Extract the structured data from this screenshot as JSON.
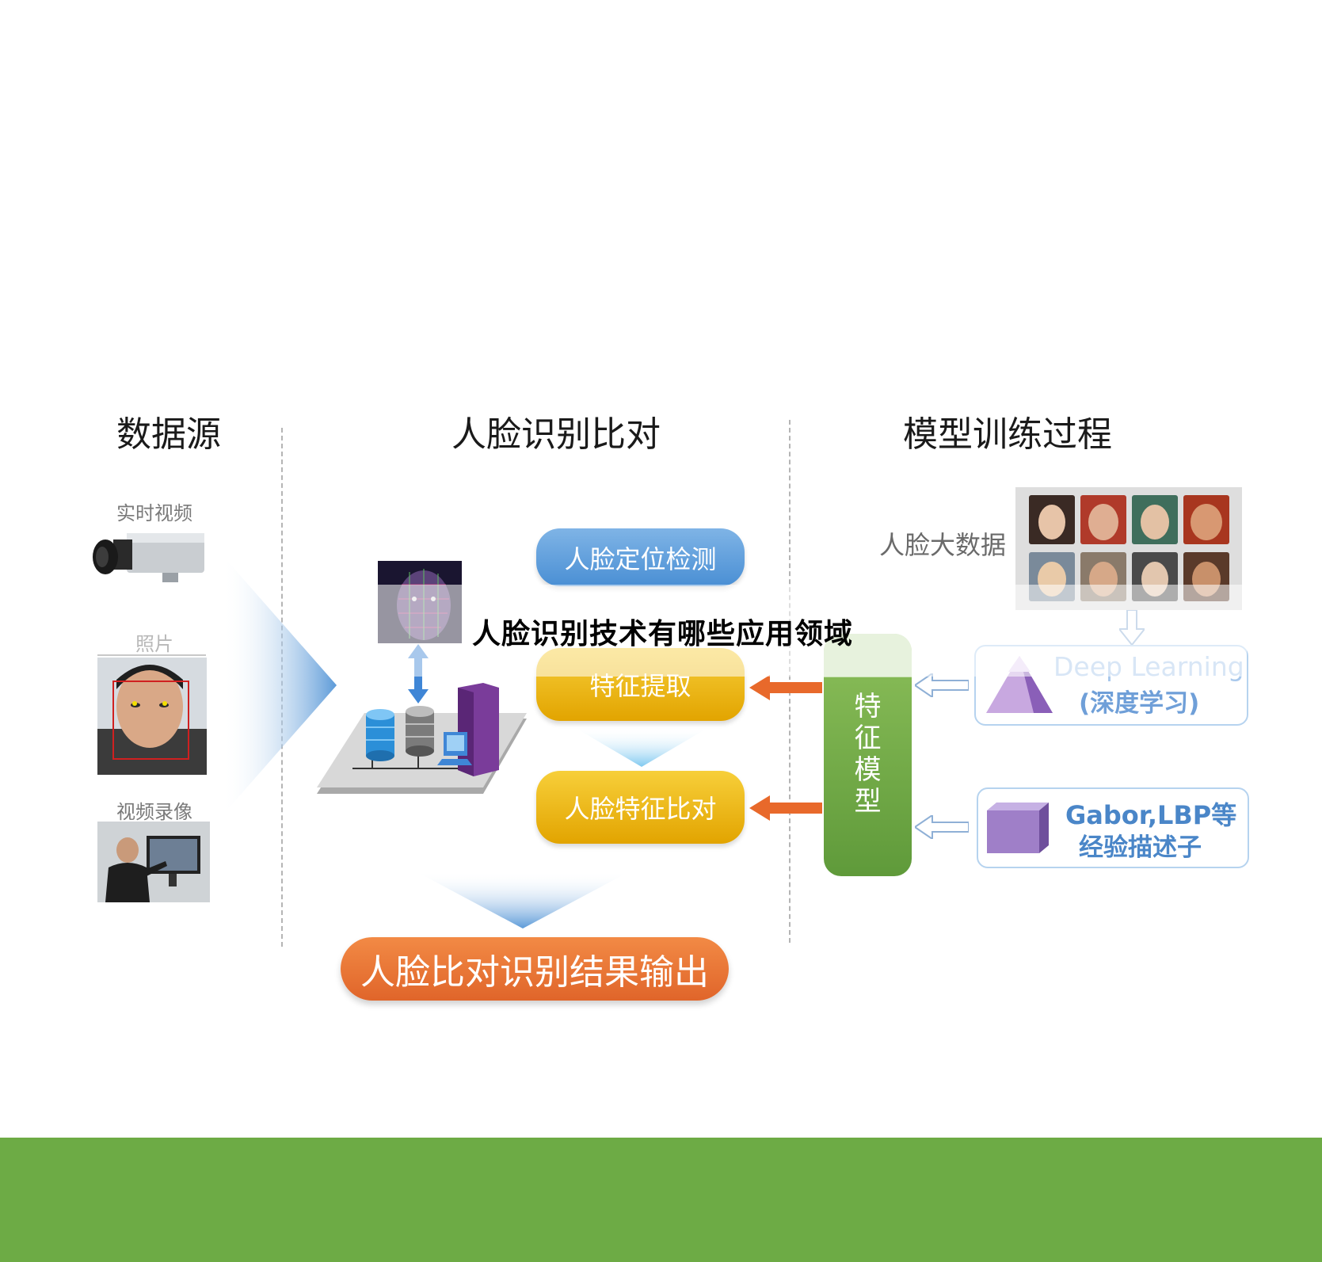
{
  "headers": {
    "data_source": "数据源",
    "face_matching": "人脸识别比对",
    "model_training": "模型训练过程"
  },
  "sources": {
    "live_video": "实时视频",
    "photo": "照片",
    "recorded_video": "视频录像"
  },
  "pipeline": {
    "detect": "人脸定位检测",
    "extract": "特征提取",
    "compare": "人脸特征比对",
    "output": "人脸比对识别结果输出"
  },
  "model": {
    "feature_model_chars": [
      "特",
      "征",
      "模",
      "型"
    ],
    "big_data_label": "人脸大数据",
    "deep_learning_en": "Deep Learning",
    "deep_learning_cn": "(深度学习)",
    "descriptor_line1": "Gabor,LBP等",
    "descriptor_line2": "经验描述子"
  },
  "overlay_title": "人脸识别技术有哪些应用领域",
  "colors": {
    "blue": "#4a8fd4",
    "yellow": "#e2a400",
    "orange": "#e0652a",
    "green": "#6dab45",
    "arrow_orange": "#e8692b"
  }
}
